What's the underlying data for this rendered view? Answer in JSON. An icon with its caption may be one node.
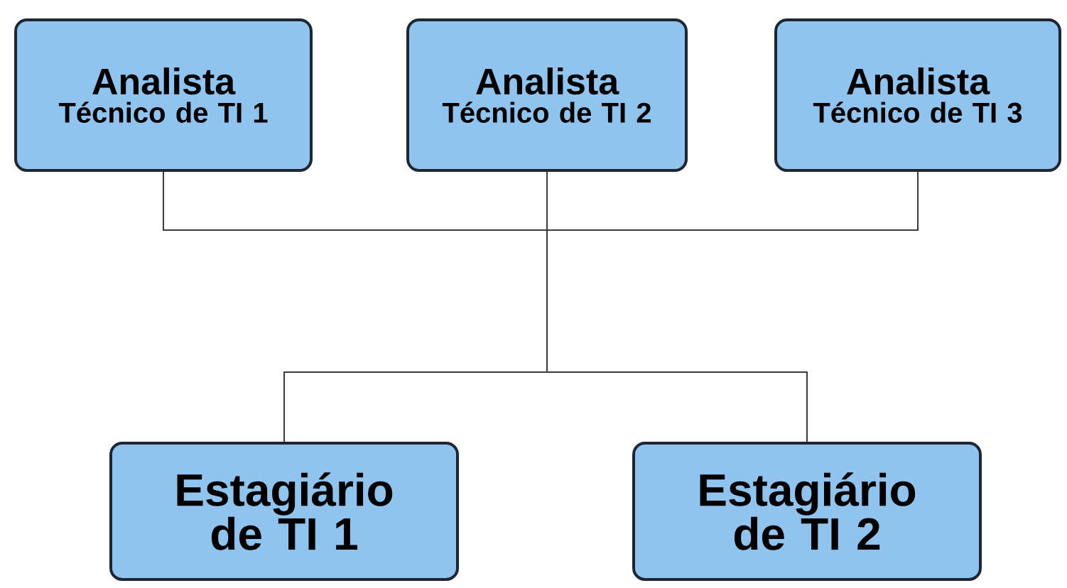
{
  "diagram": {
    "nodes": [
      {
        "text": [
          "Analista",
          "Técnico de TI 1"
        ]
      },
      {
        "text": [
          "Analista",
          "Técnico de TI 2"
        ]
      },
      {
        "text": [
          "Analista",
          "Técnico de TI 3"
        ]
      },
      {
        "text": [
          "Estagiário de TI 1"
        ]
      },
      {
        "text": [
          "Estagiário de TI 2"
        ]
      }
    ],
    "edges": [
      {
        "from": 0,
        "to": 3,
        "arrow": "none"
      },
      {
        "from": 0,
        "to": 4,
        "arrow": "none"
      },
      {
        "from": 1,
        "to": 3,
        "arrow": "none"
      },
      {
        "from": 1,
        "to": 4,
        "arrow": "none"
      },
      {
        "from": 2,
        "to": 3,
        "arrow": "none"
      },
      {
        "from": 2,
        "to": 4,
        "arrow": "none"
      }
    ]
  }
}
